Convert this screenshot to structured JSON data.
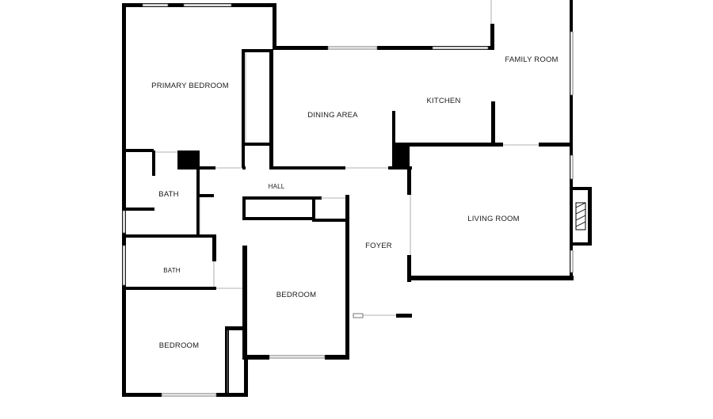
{
  "rooms": {
    "primary_bedroom": "PRIMARY BEDROOM",
    "dining_area": "DINING AREA",
    "kitchen": "KITCHEN",
    "family_room": "FAMILY ROOM",
    "bath_upper": "BATH",
    "hall": "HALL",
    "bath_lower": "BATH",
    "foyer": "FOYER",
    "living_room": "LIVING ROOM",
    "bedroom_center": "BEDROOM",
    "bedroom_left": "BEDROOM"
  },
  "colors": {
    "wall": "#000000",
    "background": "#ffffff",
    "window_frame": "#555555"
  }
}
